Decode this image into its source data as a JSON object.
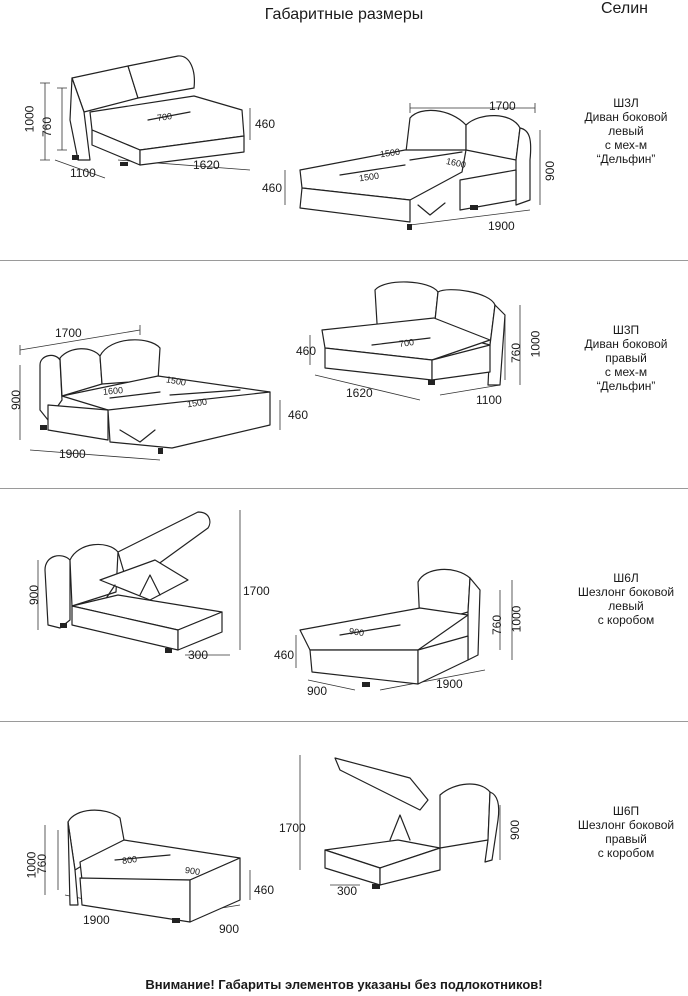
{
  "header": {
    "title": "Габаритные размеры",
    "brand": "Селин"
  },
  "sections": [
    {
      "code": "Ш3Л",
      "desc": [
        "Диван боковой",
        "левый",
        "с мех-м",
        "“Дельфин”"
      ],
      "left_dims": {
        "h_total": "1000",
        "h_back": "760",
        "depth": "1100",
        "width": "1620",
        "seat_h": "460",
        "seat": "700"
      },
      "right_dims": {
        "width": "1700",
        "seat_h": "460",
        "height": "900",
        "length": "1900",
        "seat_a": "1500",
        "seat_b": "1600",
        "seat_c": "1500"
      }
    },
    {
      "code": "Ш3П",
      "desc": [
        "Диван боковой",
        "правый",
        "с мех-м",
        "“Дельфин”"
      ],
      "left_dims": {
        "width": "1700",
        "height": "900",
        "length": "1900",
        "seat_h": "460",
        "seat_a": "1600",
        "seat_b": "1500",
        "seat_c": "1500"
      },
      "right_dims": {
        "seat_h": "460",
        "h_back": "760",
        "h_total": "1000",
        "width": "1620",
        "depth": "1100",
        "seat": "700"
      }
    },
    {
      "code": "Ш6Л",
      "desc": [
        "Шезлонг боковой",
        "левый",
        "с коробом"
      ],
      "left_dims": {
        "height": "900",
        "lift": "1700",
        "gap": "300"
      },
      "right_dims": {
        "seat_h": "460",
        "h_back": "760",
        "h_total": "1000",
        "depth": "900",
        "length": "1900",
        "seat": "900"
      }
    },
    {
      "code": "Ш6П",
      "desc": [
        "Шезлонг боковой",
        "правый",
        "с коробом"
      ],
      "left_dims": {
        "h_total": "1000",
        "h_back": "760",
        "seat_h": "460",
        "length": "1900",
        "depth": "900",
        "seat_a": "800",
        "seat_b": "900"
      },
      "right_dims": {
        "lift": "1700",
        "height": "900",
        "gap": "300"
      }
    }
  ],
  "footer": {
    "warning": "Внимание! Габариты элементов указаны без подлокотников!"
  }
}
